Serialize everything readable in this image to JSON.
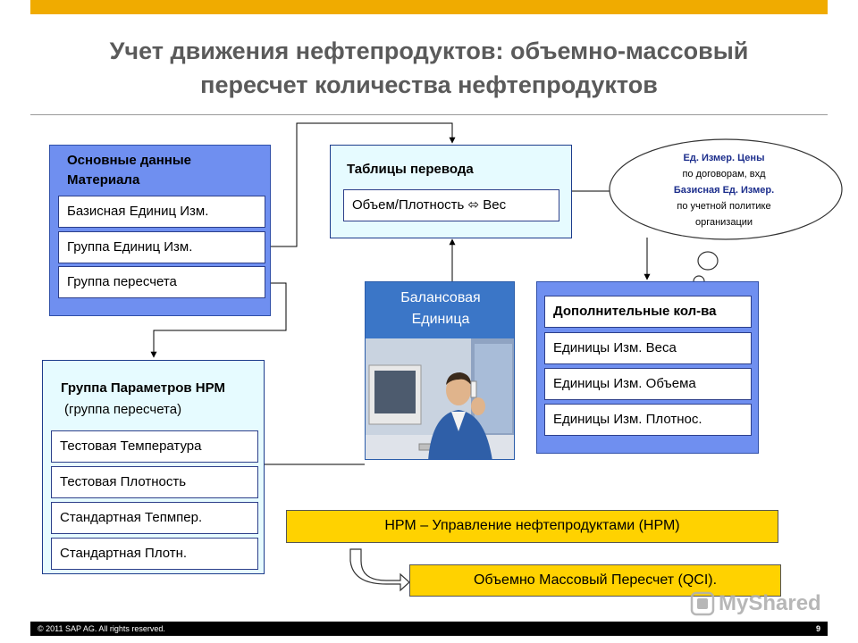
{
  "slide": {
    "title_line1": "Учет движения нефтепродуктов: объемно-массовый",
    "title_line2": "пересчет количества нефтепродуктов"
  },
  "material_master": {
    "header": "Основные данные Материала",
    "items": [
      "Базисная Единиц Изм.",
      "Группа Единиц Изм.",
      "Группа пересчета"
    ]
  },
  "conversion_tables": {
    "header": "Таблицы перевода",
    "item": "Объем/Плотность ⬄ Вес"
  },
  "cloud": {
    "line1": "Ед. Измер. Цены",
    "line2": "по договорам, вхд",
    "line3": "Базисная  Ед. Измер.",
    "line4": "по учетной политике",
    "line5": "организации"
  },
  "balance_unit": {
    "line1": "Балансовая",
    "line2": "Единица"
  },
  "additional_qty": {
    "header": "Дополнительные кол-ва",
    "items": [
      "Единицы Изм. Веса",
      "Единицы Изм. Объема",
      "Единицы Изм. Плотнос."
    ]
  },
  "param_group": {
    "header": "Группа Параметров НРМ",
    "subheader": "(группа пересчета)",
    "items": [
      "Тестовая Температура",
      "Тестовая Плотность",
      "Стандартная Тепмпер.",
      "Стандартная Плотн."
    ]
  },
  "hpm_box": "НРМ – Управление нефтепродуктами (НРМ)",
  "qci_box": "Объемно Массовый Пересчет (QCI).",
  "footer": {
    "copyright": "© 2011 SAP AG. All rights reserved.",
    "page": "9"
  },
  "watermark": "MyShared",
  "colors": {
    "accent_bar": "#f0ab00",
    "box_blue": "#6f8ff0",
    "box_lightblue": "#e6fbff",
    "highlight_yellow": "#ffd200",
    "balance_unit_blue": "#3b76c7"
  }
}
